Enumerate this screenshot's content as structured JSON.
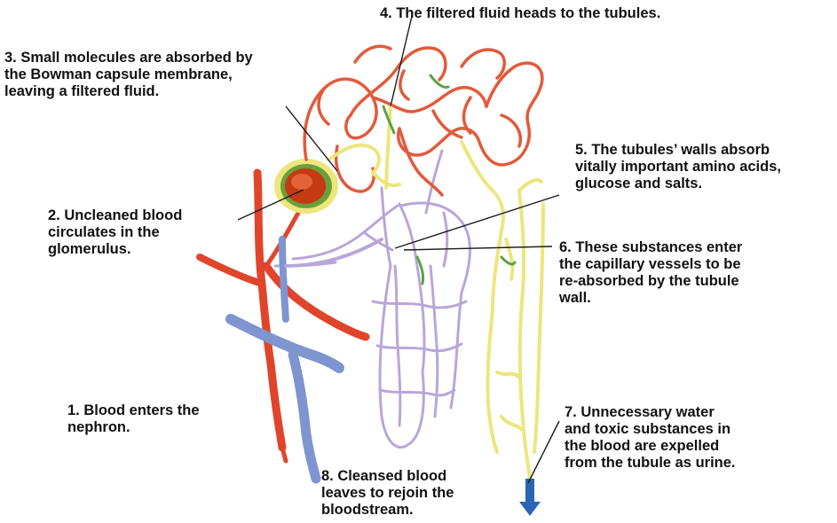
{
  "colors": {
    "artery": "#e0452c",
    "vein": "#7f95cf",
    "capillary": "#b9a6da",
    "tubule": "#ece67d",
    "glomerulus": "#c53a12",
    "urine_arrow": "#2a64b5",
    "leader_line": "#1a1a1a"
  },
  "labels": [
    {
      "id": "step-1",
      "lines": [
        "1. Blood enters the",
        "nephron."
      ]
    },
    {
      "id": "step-2",
      "lines": [
        "2. Uncleaned  blood",
        "circulates in the",
        "glomerulus."
      ]
    },
    {
      "id": "step-3",
      "lines": [
        "3. Small molecules are absorbed by",
        "the Bowman capsule membrane,",
        "leaving a filtered fluid."
      ]
    },
    {
      "id": "step-4",
      "lines": [
        "4. The filtered fluid heads to the tubules."
      ]
    },
    {
      "id": "step-5",
      "lines": [
        "5. The tubules’ walls absorb",
        "vitally important amino acids,",
        "glucose and salts."
      ]
    },
    {
      "id": "step-6",
      "lines": [
        "6. These substances enter",
        "the capillary vessels to be",
        "re-absorbed by the tubule",
        "wall."
      ]
    },
    {
      "id": "step-7",
      "lines": [
        "7. Unnecessary water",
        "and toxic substances in",
        "the blood are expelled",
        "from the tubule as urine."
      ]
    },
    {
      "id": "step-8",
      "lines": [
        "8. Cleansed blood",
        "leaves  to rejoin the",
        "bloodstream."
      ]
    }
  ]
}
